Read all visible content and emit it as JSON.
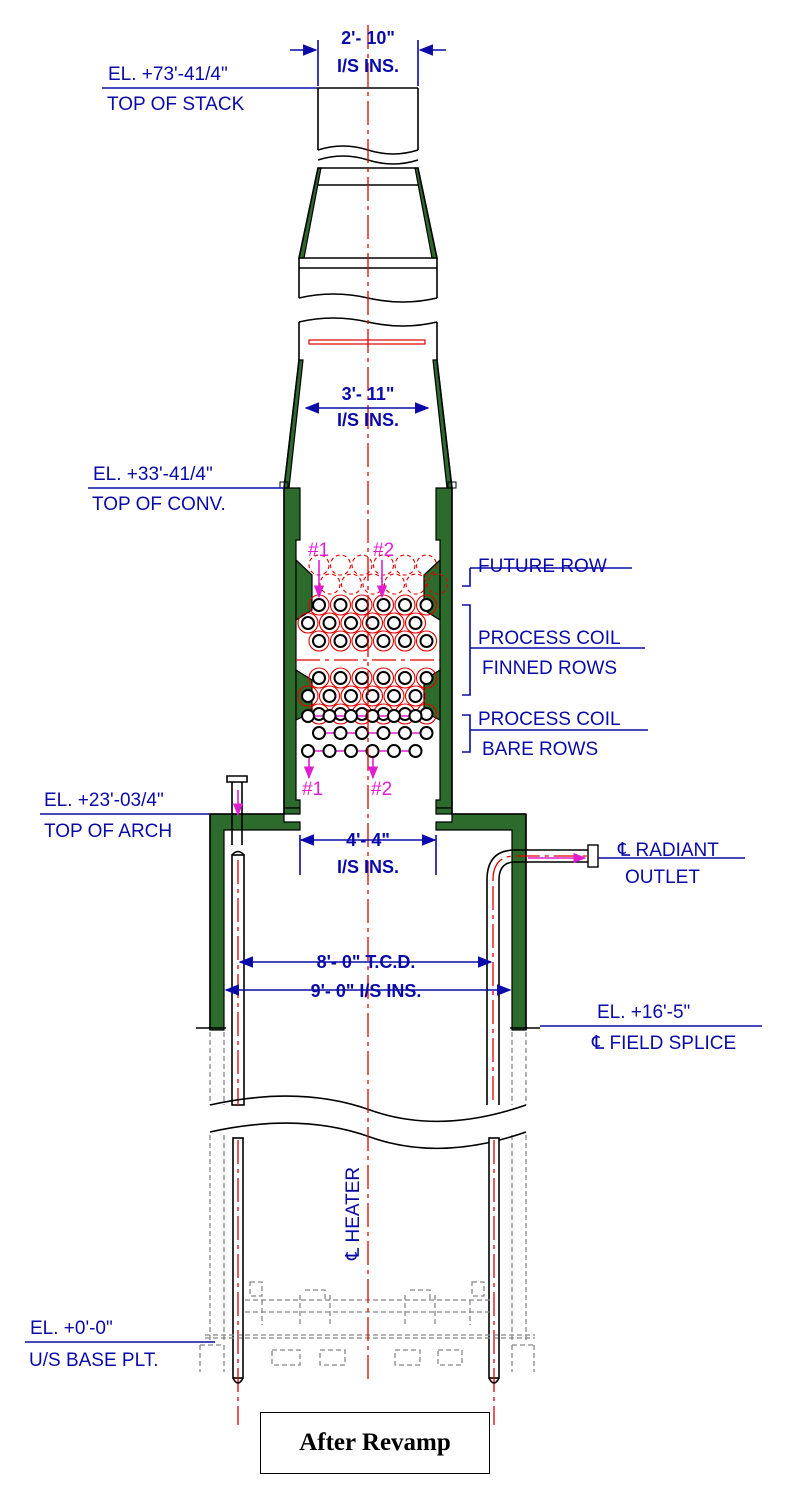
{
  "labels": {
    "stack_elevation": "EL. +73'-41/4\"",
    "stack_top": "TOP OF STACK",
    "conv_elevation": "EL. +33'-41/4\"",
    "conv_top": "TOP OF CONV.",
    "arch_elevation": "EL. +23'-03/4\"",
    "arch_top": "TOP OF ARCH",
    "base_elevation": "EL. +0'-0\"",
    "base_plate": "U/S BASE PLT.",
    "splice_elevation": "EL. +16'-5\"",
    "field_splice": "℄ FIELD SPLICE",
    "radiant": "℄ RADIANT",
    "outlet": "OUTLET",
    "future_row": "FUTURE ROW",
    "process_coil_1": "PROCESS COIL",
    "finned_rows": "FINNED ROWS",
    "process_coil_2": "PROCESS COIL",
    "bare_rows": "BARE ROWS",
    "heater_cl": "℄ HEATER"
  },
  "dimensions": {
    "stack_width": "2'- 10\"",
    "stack_ins": "I/S INS.",
    "breech_width": "3'- 11\"",
    "breech_ins": "I/S INS.",
    "conv_width": "4'- 4\"",
    "conv_ins": "I/S INS.",
    "tcd": "8'- 0\" T.C.D.",
    "radiant_width": "9'- 0\" I/S INS."
  },
  "passes": {
    "in_1": "#1",
    "in_2": "#2",
    "out_1": "#1",
    "out_2": "#2"
  },
  "caption": "After Revamp",
  "colors": {
    "annotation": "#0a0aa8",
    "refractory": "#2d6b2d",
    "centerline": "#e00000",
    "flow_pass": "#e01ed0",
    "hidden": "#888888"
  }
}
